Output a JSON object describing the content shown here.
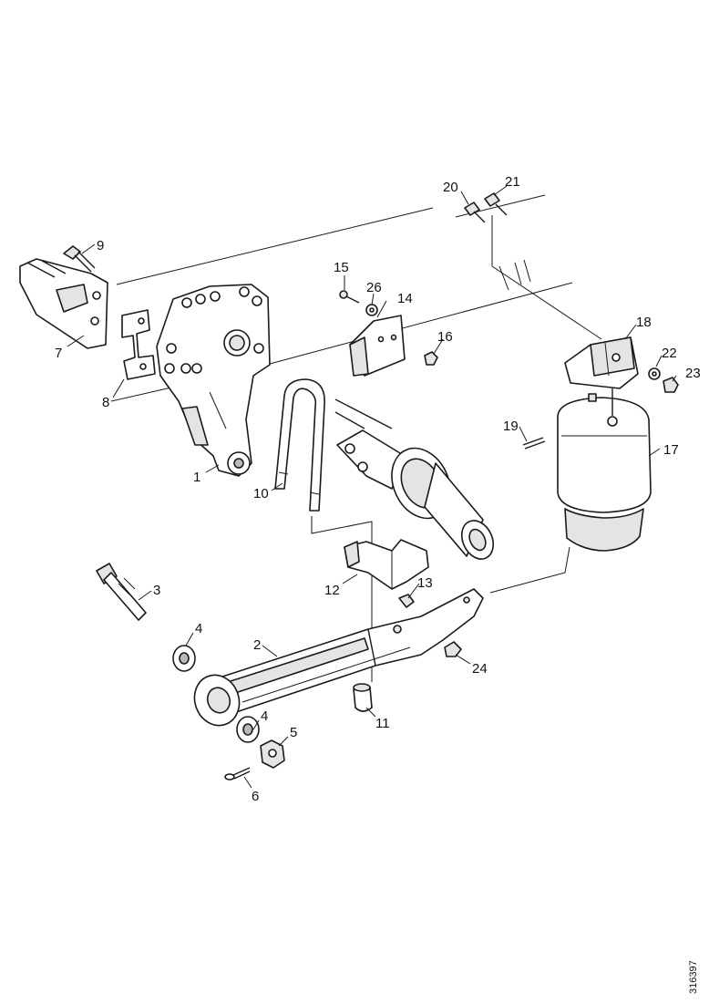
{
  "diagram": {
    "reference_number": "316397",
    "callouts": {
      "c1": "1",
      "c2": "2",
      "c3": "3",
      "c4a": "4",
      "c4b": "4",
      "c5": "5",
      "c6": "6",
      "c7": "7",
      "c8": "8",
      "c9": "9",
      "c10": "10",
      "c11": "11",
      "c12": "12",
      "c13": "13",
      "c14": "14",
      "c15": "15",
      "c16": "16",
      "c17": "17",
      "c18": "18",
      "c19": "19",
      "c20": "20",
      "c21": "21",
      "c22": "22",
      "c23": "23",
      "c24": "24",
      "c26": "26"
    }
  }
}
